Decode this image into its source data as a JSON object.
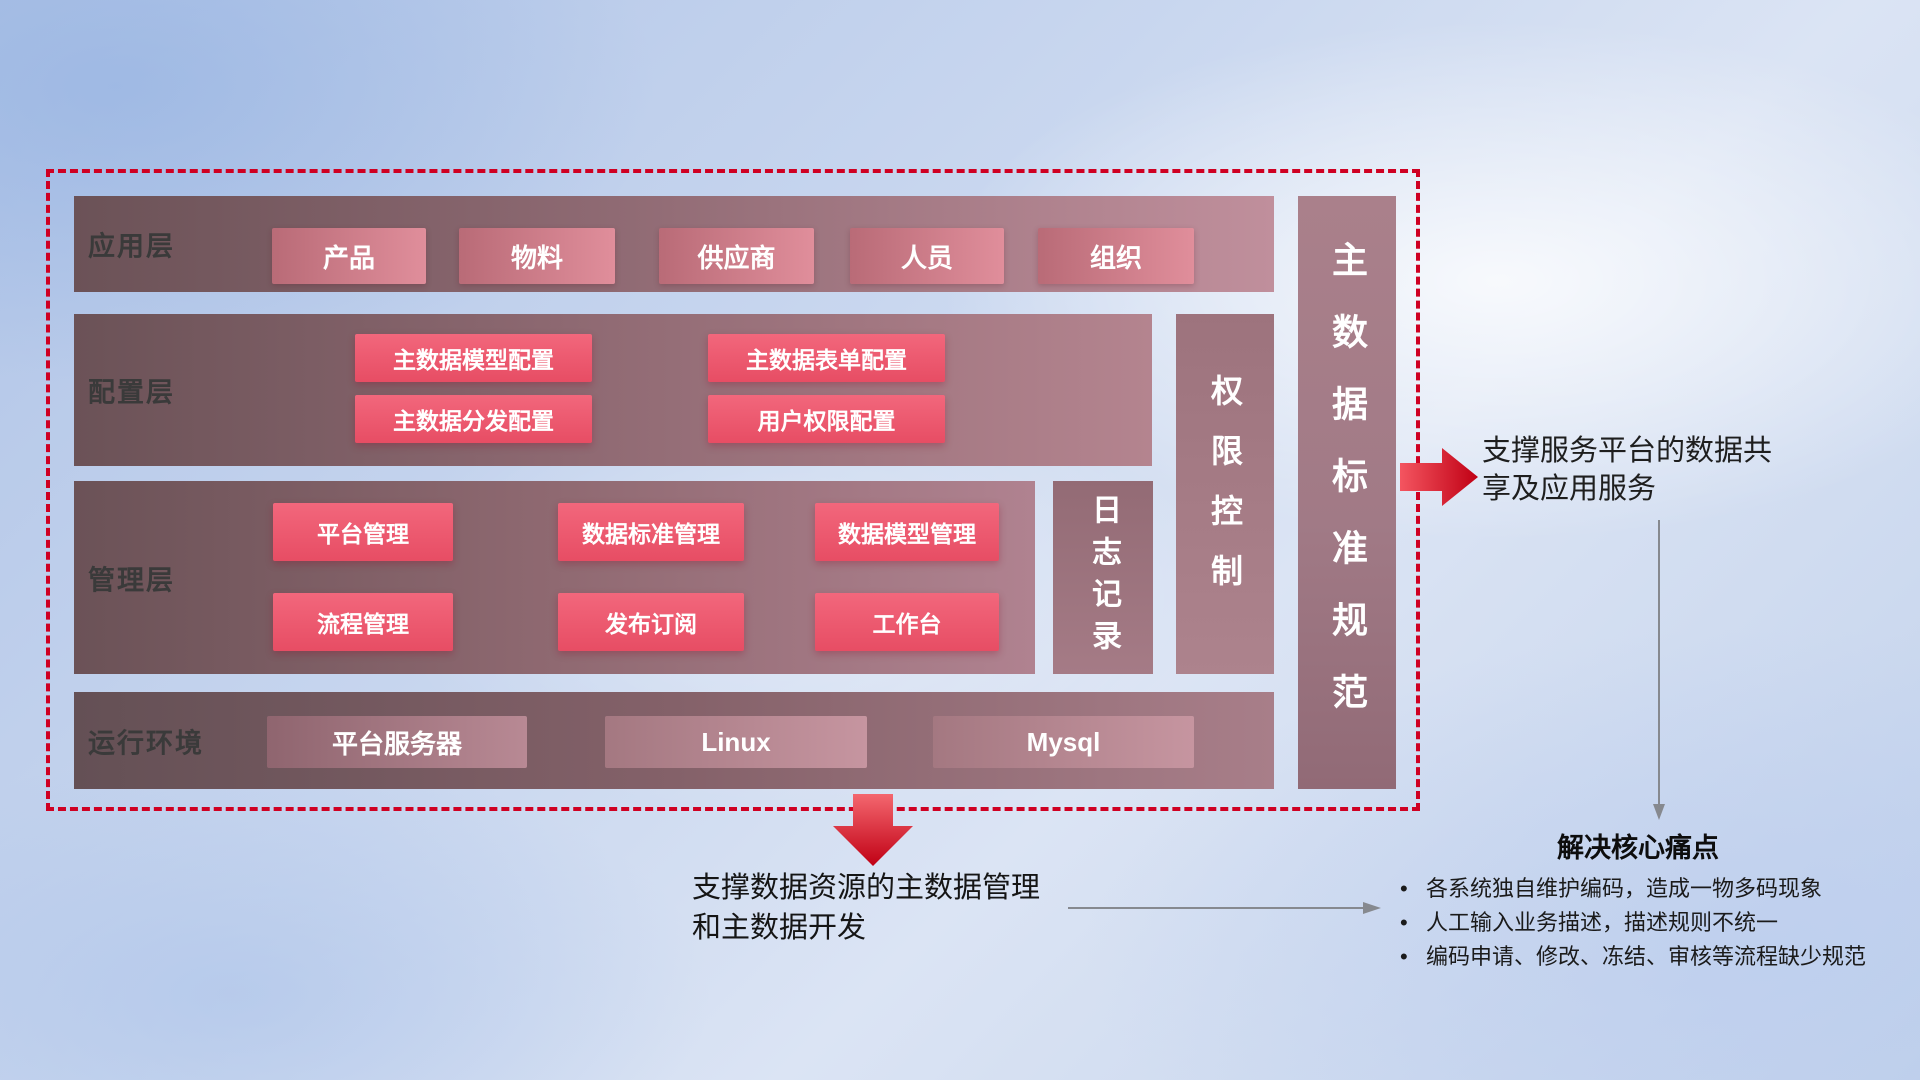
{
  "colors": {
    "boundary_red": "#cf0022",
    "arrow_red": "#d6001a",
    "arrow_gray": "#86898f",
    "chip_pink": "#ee5b70",
    "bar_mauve": "#9d737d"
  },
  "layers": {
    "application": {
      "label": "应用层",
      "items": [
        "产品",
        "物料",
        "供应商",
        "人员",
        "组织"
      ]
    },
    "configuration": {
      "label": "配置层",
      "items": [
        "主数据模型配置",
        "主数据表单配置",
        "主数据分发配置",
        "用户权限配置"
      ]
    },
    "management": {
      "label": "管理层",
      "items": [
        "平台管理",
        "数据标准管理",
        "数据模型管理",
        "流程管理",
        "发布订阅",
        "工作台"
      ]
    },
    "runtime": {
      "label": "运行环境",
      "items": [
        "平台服务器",
        "Linux",
        "Mysql"
      ]
    },
    "log_bar": {
      "label": "日志记录"
    },
    "permission_bar": {
      "label": "权限控制"
    },
    "standard_bar": {
      "label": "主数据标准规范"
    }
  },
  "annotations": {
    "right_note": "支撑服务平台的数据共享及应用服务",
    "bottom_note": {
      "line1": "支撑数据资源的主数据管理",
      "line2": "和主数据开发"
    },
    "pain": {
      "title": "解决核心痛点",
      "bullet": "•",
      "points": [
        "各系统独自维护编码，造成一物多码现象",
        "人工输入业务描述，描述规则不统一",
        "编码申请、修改、冻结、审核等流程缺少规范"
      ]
    }
  }
}
